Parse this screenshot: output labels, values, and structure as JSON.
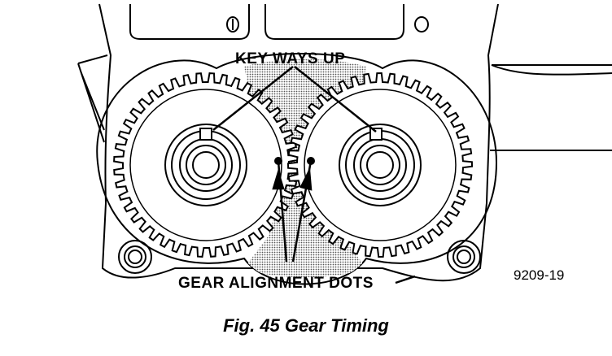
{
  "labels": {
    "keyways": "KEY WAYS UP",
    "dots": "GEAR ALIGNMENT DOTS",
    "code": "9209-19"
  },
  "caption": "Fig. 45 Gear Timing",
  "colors": {
    "ink": "#000000",
    "paper": "#ffffff",
    "stipple": "#b9b9b9"
  },
  "gears": [
    {
      "name": "left-gear",
      "teeth": 44
    },
    {
      "name": "right-gear",
      "teeth": 44
    }
  ]
}
